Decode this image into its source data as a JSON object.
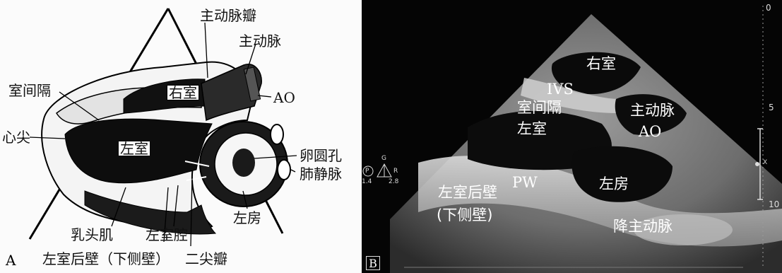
{
  "panel_a": {
    "letter": "A",
    "labels": {
      "aortic_valve": "主动脉瓣",
      "aorta": "主动脉",
      "right_ventricle": "右室",
      "ao": "AO",
      "septum": "室间隔",
      "apex": "心尖",
      "left_ventricle": "左室",
      "foramen_ovale": "卵圆孔",
      "pulmonary_vein": "肺静脉",
      "papillary_muscle": "乳头肌",
      "lv_cavity": "左室腔",
      "left_atrium": "左房",
      "lv_posterior_wall": "左室后壁（下侧壁）",
      "mitral_valve": "二尖瓣"
    }
  },
  "panel_b": {
    "letter": "B",
    "labels": {
      "right_ventricle": "右室",
      "ivs": "IVS",
      "septum": "室间隔",
      "left_ventricle": "左室",
      "aorta": "主动脉",
      "ao": "AO",
      "pw": "PW",
      "left_atrium": "左房",
      "lv_posterior_wall": "左室后壁",
      "inferolateral": "(下侧壁)",
      "descending_aorta": "降主动脉"
    },
    "depth_scale": [
      "0",
      "5",
      "10"
    ],
    "indicator": {
      "p": "P",
      "g": "G",
      "r": "R",
      "left_val": "1.4",
      "right_val": "2.8",
      "x": "X"
    }
  }
}
